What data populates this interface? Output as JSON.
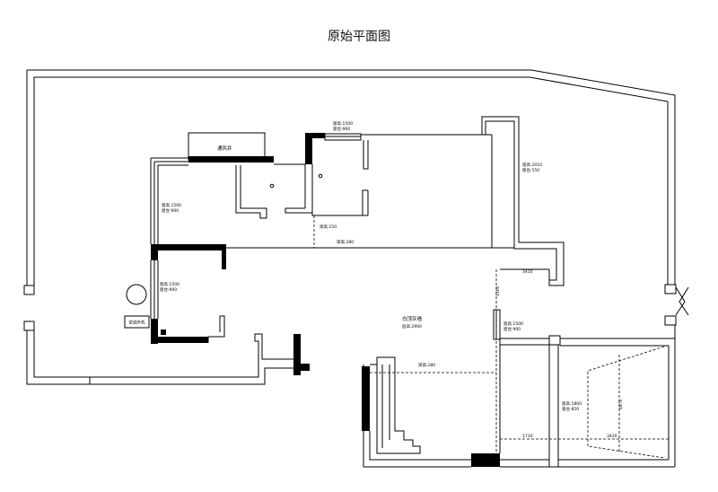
{
  "title": "原始平面图",
  "rooms": {
    "vent_shaft": "通风井",
    "main_note": "白顶灰墙",
    "ceiling_height": "层高:2900",
    "ac_unit": "空调外机"
  },
  "windows": {
    "top_middle": {
      "height": "窗高:1500",
      "sill": "窗台:900"
    },
    "top_right": {
      "height": "窗高:2010",
      "sill": "窗台:550"
    },
    "left_upper": {
      "height": "窗高:1500",
      "sill": "窗台:900"
    },
    "left_lower": {
      "height": "窗高:1500",
      "sill": "窗台:900"
    },
    "right_middle": {
      "height": "窗高:1500",
      "sill": "窗台:900"
    },
    "balcony": {
      "height": "窗高:1800",
      "sill": "窗台:850"
    }
  },
  "beams": {
    "upper": "梁高:250",
    "middle": "梁高:280",
    "lower": "梁高:280"
  },
  "dimensions": {
    "bump_width": "3410",
    "right_wall": "1300",
    "balcony_left": "1710",
    "balcony_right": "3420",
    "balcony_depth": "4870"
  },
  "colors": {
    "line": "#000000",
    "background": "#ffffff"
  }
}
